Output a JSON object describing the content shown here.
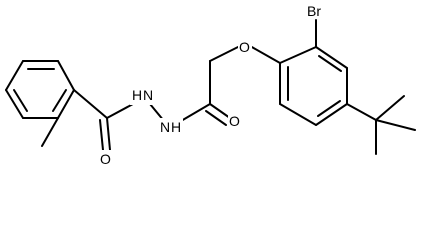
{
  "molecule": {
    "atoms": {
      "bromine": "Br",
      "ether_oxygen": "O",
      "carbonyl_oxygen_right": "O",
      "carbonyl_oxygen_left": "O",
      "nh_upper": "H",
      "n_upper": "N",
      "nh_lower": "H",
      "n_lower": "N"
    }
  },
  "colors": {
    "bond": "#000000",
    "background": "#ffffff"
  }
}
